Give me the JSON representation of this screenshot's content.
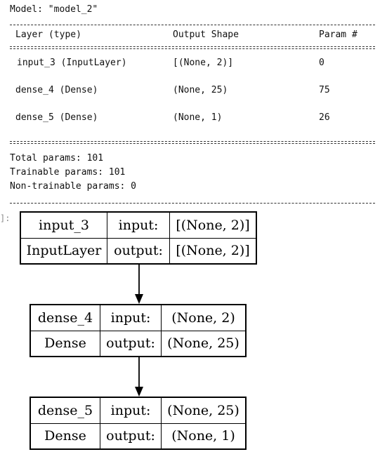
{
  "model_title": "Model: \"model_2\"",
  "summary": {
    "headers": [
      "Layer (type)",
      "Output Shape",
      "Param #"
    ],
    "rows": [
      [
        "input_3 (InputLayer)",
        "[(None, 2)]",
        "0"
      ],
      [
        "dense_4 (Dense)",
        "(None, 25)",
        "75"
      ],
      [
        "dense_5 (Dense)",
        "(None, 1)",
        "26"
      ]
    ],
    "total_params": "Total params: 101",
    "trainable_params": "Trainable params: 101",
    "non_trainable_params": "Non-trainable params: 0"
  },
  "cell_prompt": "]:",
  "diagram": {
    "nodes": [
      {
        "name": "input_3",
        "type": "InputLayer",
        "input_label": "input:",
        "output_label": "output:",
        "input": "[(None, 2)]",
        "output": "[(None, 2)]"
      },
      {
        "name": "dense_4",
        "type": "Dense",
        "input_label": "input:",
        "output_label": "output:",
        "input": "(None, 2)",
        "output": "(None, 25)"
      },
      {
        "name": "dense_5",
        "type": "Dense",
        "input_label": "input:",
        "output_label": "output:",
        "input": "(None, 25)",
        "output": "(None, 1)"
      }
    ]
  }
}
